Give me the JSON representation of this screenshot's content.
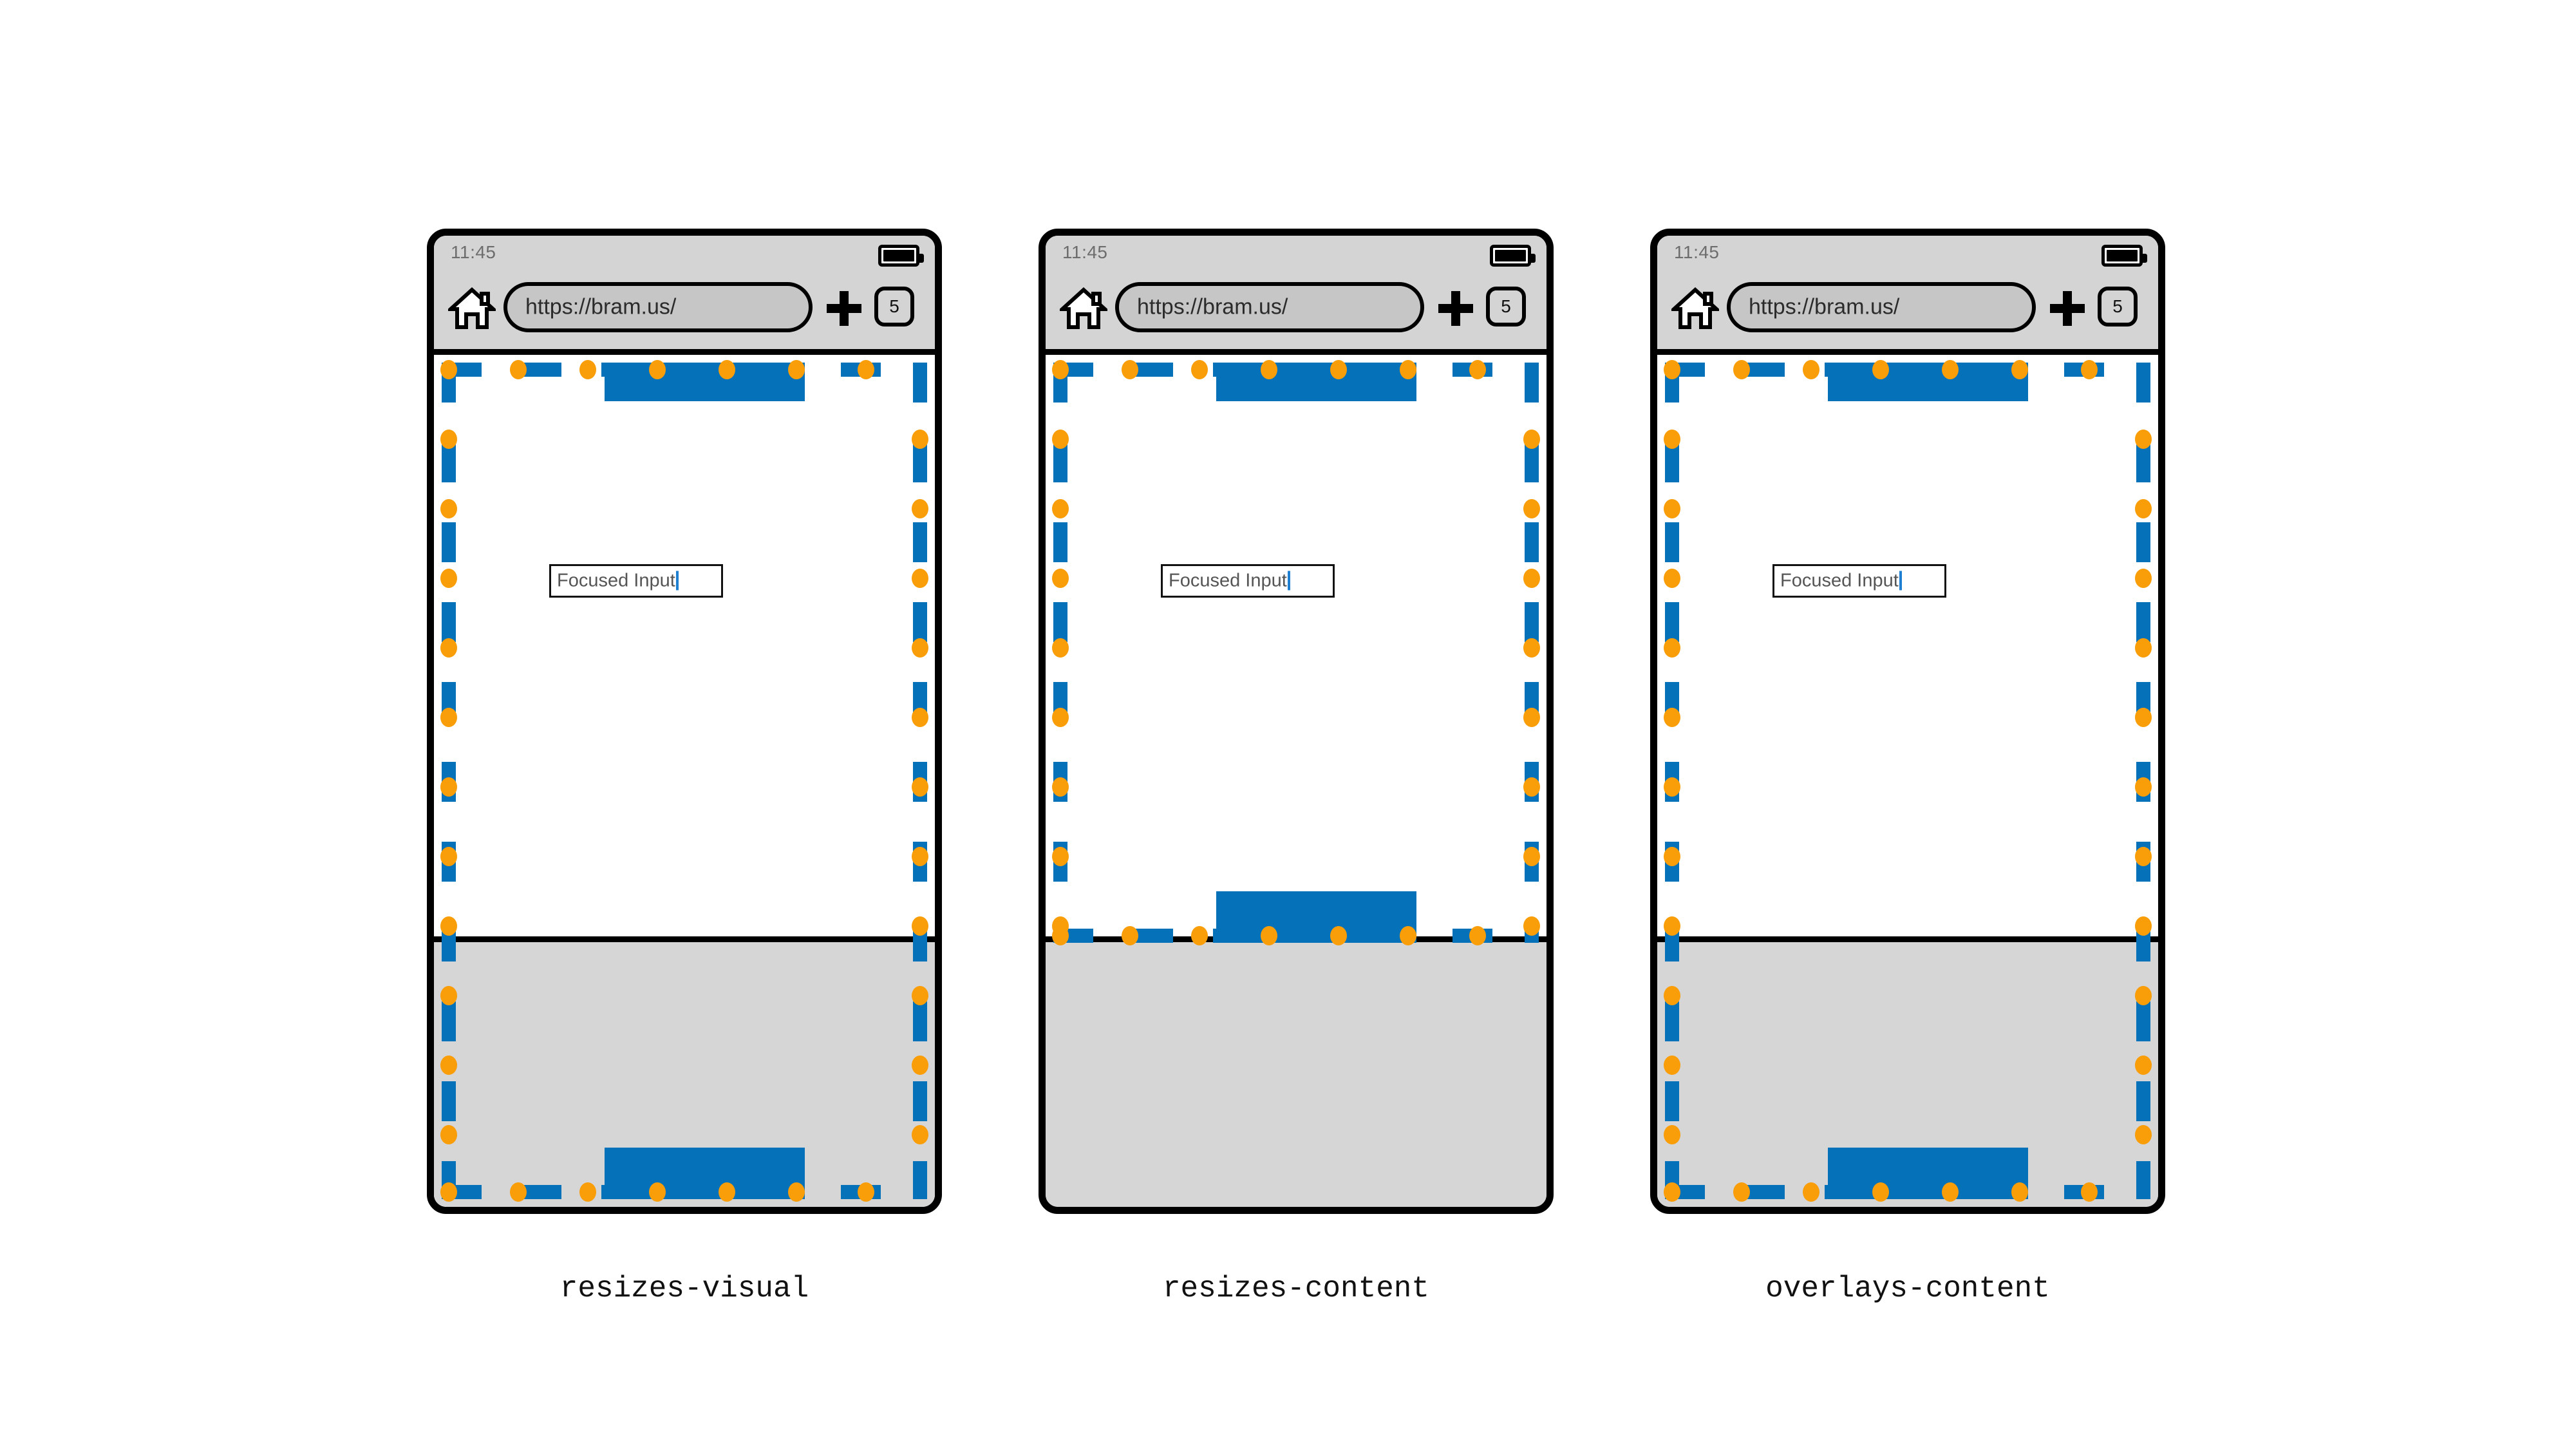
{
  "figure": {
    "background": "#ffffff",
    "accent_blue": "#0571B9",
    "accent_orange": "#F99D09",
    "chrome_gray": "#d4d4d4",
    "keyboard_gray": "#d6d6d6"
  },
  "browser": {
    "status_time": "11:45",
    "battery_icon": "battery-full-icon",
    "home_icon": "home-icon",
    "url_value": "https://bram.us/",
    "new_tab_icon": "plus-icon",
    "tab_count": "5"
  },
  "page": {
    "input_value": "Focused Input",
    "caret": "text-caret"
  },
  "panels": [
    {
      "id": "resizes-visual",
      "caption": "resizes-visual",
      "keyboard_visible": true,
      "frame_extends_behind_keyboard": true
    },
    {
      "id": "resizes-content",
      "caption": "resizes-content",
      "keyboard_visible": true,
      "frame_extends_behind_keyboard": false
    },
    {
      "id": "overlays-content",
      "caption": "overlays-content",
      "keyboard_visible": true,
      "frame_extends_behind_keyboard": true
    }
  ]
}
